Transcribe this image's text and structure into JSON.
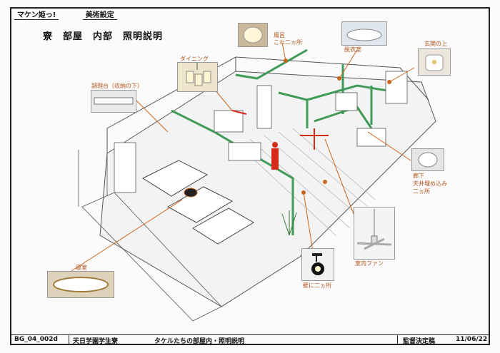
{
  "header": {
    "production": "マケン姫っ!",
    "department": "美術設定"
  },
  "title": "寮　部屋　内部　照明説明",
  "labels": {
    "bath": "風呂",
    "bath_sub": "これ二ヵ所",
    "dressing": "脱衣室",
    "entrance": "玄関の上",
    "dining": "ダイニング",
    "kitchen": "調理台（収納の下）",
    "hallway": "廊下",
    "hallway_sub1": "天井埋め込み",
    "hallway_sub2": "二ヵ所",
    "fan": "室内ファン",
    "wall": "壁に二ヵ所",
    "bedroom": "寝室"
  },
  "footer": {
    "code": "BG_04_002d",
    "location": "天日学園学生寮",
    "description": "タケルたちの部屋内・照明説明",
    "status": "監督決定稿",
    "date": "11/06/22"
  },
  "colors": {
    "green": "#3f9b57",
    "orange": "#c8651f",
    "red": "#d62a1a"
  }
}
